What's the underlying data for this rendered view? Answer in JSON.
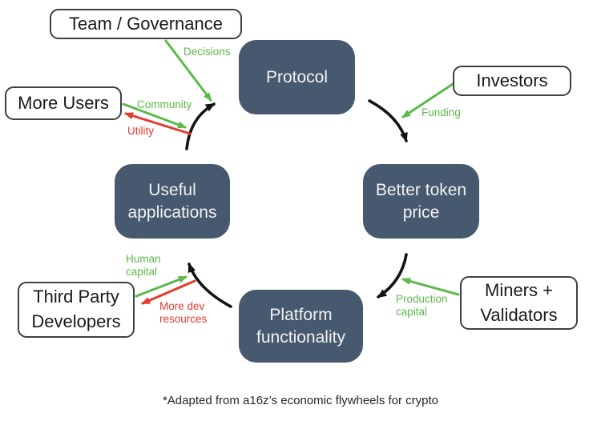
{
  "nodes": {
    "protocol": {
      "label": "Protocol"
    },
    "better_token_price": {
      "label": "Better token price"
    },
    "platform_functionality": {
      "label": "Platform functionality"
    },
    "useful_applications": {
      "label": "Useful applications"
    },
    "team_governance": {
      "label": "Team / Governance"
    },
    "investors": {
      "label": "Investors"
    },
    "more_users": {
      "label": "More Users"
    },
    "third_party_developers": {
      "label": "Third Party Developers"
    },
    "miners_validators": {
      "label": "Miners + Validators"
    }
  },
  "edges": {
    "decisions": {
      "label": "Decisions",
      "color": "#5cb84a",
      "from": "Team / Governance",
      "to": "flywheel"
    },
    "community": {
      "label": "Community",
      "color": "#5cb84a",
      "from": "More Users",
      "to": "flywheel"
    },
    "utility": {
      "label": "Utility",
      "color": "#e7392e",
      "from": "flywheel",
      "to": "More Users"
    },
    "funding": {
      "label": "Funding",
      "color": "#5cb84a",
      "from": "Investors",
      "to": "flywheel"
    },
    "human_capital": {
      "label": "Human capital",
      "color": "#5cb84a",
      "from": "Third Party Developers",
      "to": "flywheel"
    },
    "more_dev_resources": {
      "label": "More dev resources",
      "color": "#e7392e",
      "from": "flywheel",
      "to": "Third Party Developers"
    },
    "production_capital": {
      "label": "Production capital",
      "color": "#5cb84a",
      "from": "Miners + Validators",
      "to": "flywheel"
    }
  },
  "flywheel_cycle": [
    "Protocol",
    "Better token price",
    "Platform functionality",
    "Useful applications"
  ],
  "colors": {
    "node_fill": "#47596e",
    "node_text": "#f2f2f2",
    "arc_black": "#141414",
    "green": "#5cb84a",
    "red": "#e7392e"
  },
  "caption": "*Adapted from a16z’s economic flywheels for crypto"
}
